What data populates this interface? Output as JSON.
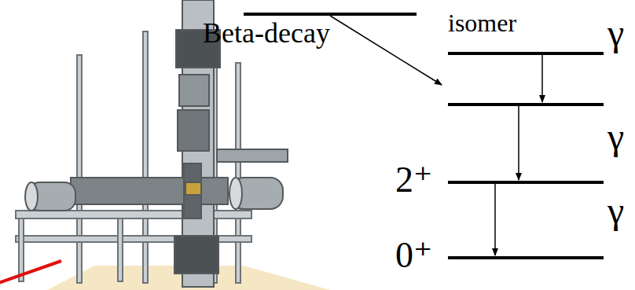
{
  "diagram": {
    "labels": [
      "isomer",
      "Beta-decay",
      "γ",
      "γ",
      "γ",
      "2⁺",
      "0⁺"
    ]
  }
}
